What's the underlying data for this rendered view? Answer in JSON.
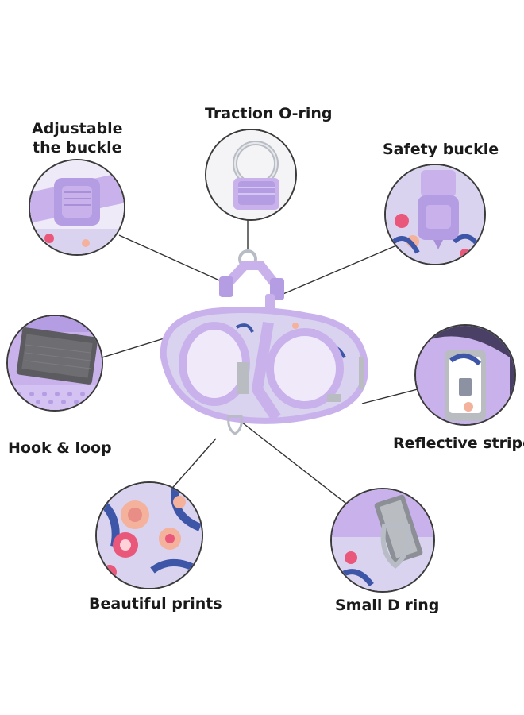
{
  "labels": {
    "traction_o_ring": "Traction O-ring",
    "adjustable_buckle_line1": "Adjustable",
    "adjustable_buckle_line2": "the buckle",
    "safety_buckle": "Safety buckle",
    "hook_and_loop": "Hook & loop",
    "reflective_stripe": "Reflective stripe",
    "beautiful_prints": "Beautiful prints",
    "small_d_ring": "Small D ring"
  },
  "colors": {
    "lavender": "#c9b2ec",
    "lavender_dark": "#a88fd8",
    "mesh_gray": "#6e6e72",
    "reflective": "#b9bcc0",
    "print_bg": "#d9d3ef",
    "rose": "#e9577a",
    "peach": "#f4b19c",
    "navy_leaf": "#3e56a8",
    "ring_metal": "#b8bcc4"
  },
  "icons": [
    "o-ring-closeup",
    "adjustable-buckle-closeup",
    "safety-buckle-closeup",
    "hook-loop-closeup",
    "reflective-stripe-closeup",
    "floral-print-closeup",
    "d-ring-closeup",
    "harness-product"
  ]
}
